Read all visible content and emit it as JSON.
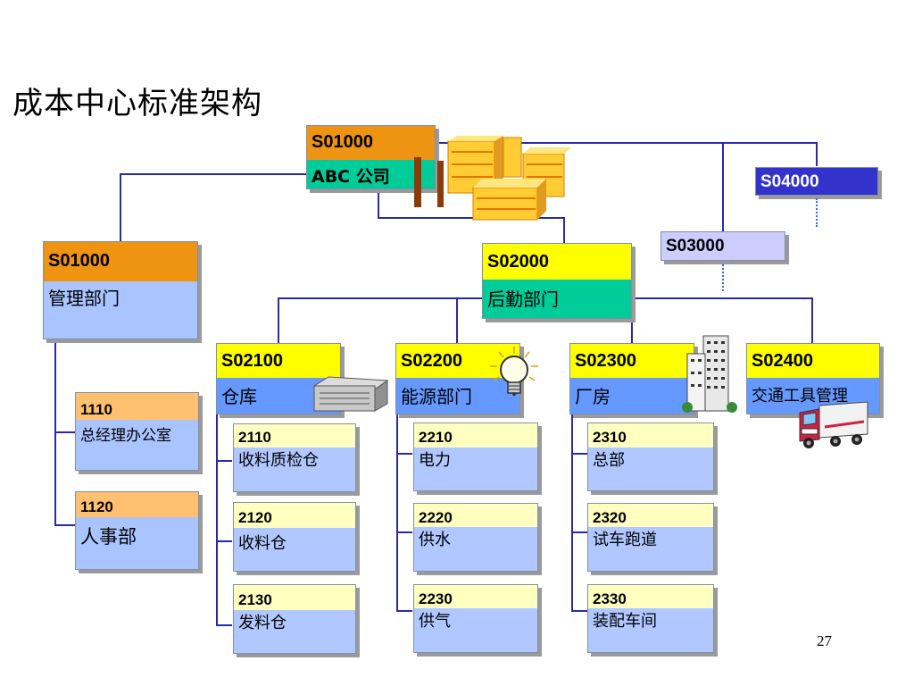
{
  "title": "成本中心标准架构",
  "page_number": "27",
  "root": {
    "code": "S01000",
    "name": "ABC 公司"
  },
  "level1": [
    {
      "code": "S01000",
      "name": "管理部门"
    },
    {
      "code": "S02000",
      "name": "后勤部门"
    },
    {
      "code": "S03000"
    },
    {
      "code": "S04000"
    }
  ],
  "mgmt_children": [
    {
      "code": "1110",
      "name": "总经理办公室"
    },
    {
      "code": "1120",
      "name": "人事部"
    }
  ],
  "logistics_depts": [
    {
      "code": "S02100",
      "name": "仓库"
    },
    {
      "code": "S02200",
      "name": "能源部门"
    },
    {
      "code": "S02300",
      "name": "厂房"
    },
    {
      "code": "S02400",
      "name": "交通工具管理"
    }
  ],
  "warehouse_children": [
    {
      "code": "2110",
      "name": "收料质检仓"
    },
    {
      "code": "2120",
      "name": "收料仓"
    },
    {
      "code": "2130",
      "name": "发料仓"
    }
  ],
  "energy_children": [
    {
      "code": "2210",
      "name": "电力"
    },
    {
      "code": "2220",
      "name": "供水"
    },
    {
      "code": "2230",
      "name": "供气"
    }
  ],
  "plant_children": [
    {
      "code": "2310",
      "name": "总部"
    },
    {
      "code": "2320",
      "name": "试车跑道"
    },
    {
      "code": "2330",
      "name": "装配车间"
    }
  ],
  "icons": [
    "factory-icon",
    "warehouse-icon",
    "lightbulb-icon",
    "office-building-icon",
    "truck-icon"
  ]
}
